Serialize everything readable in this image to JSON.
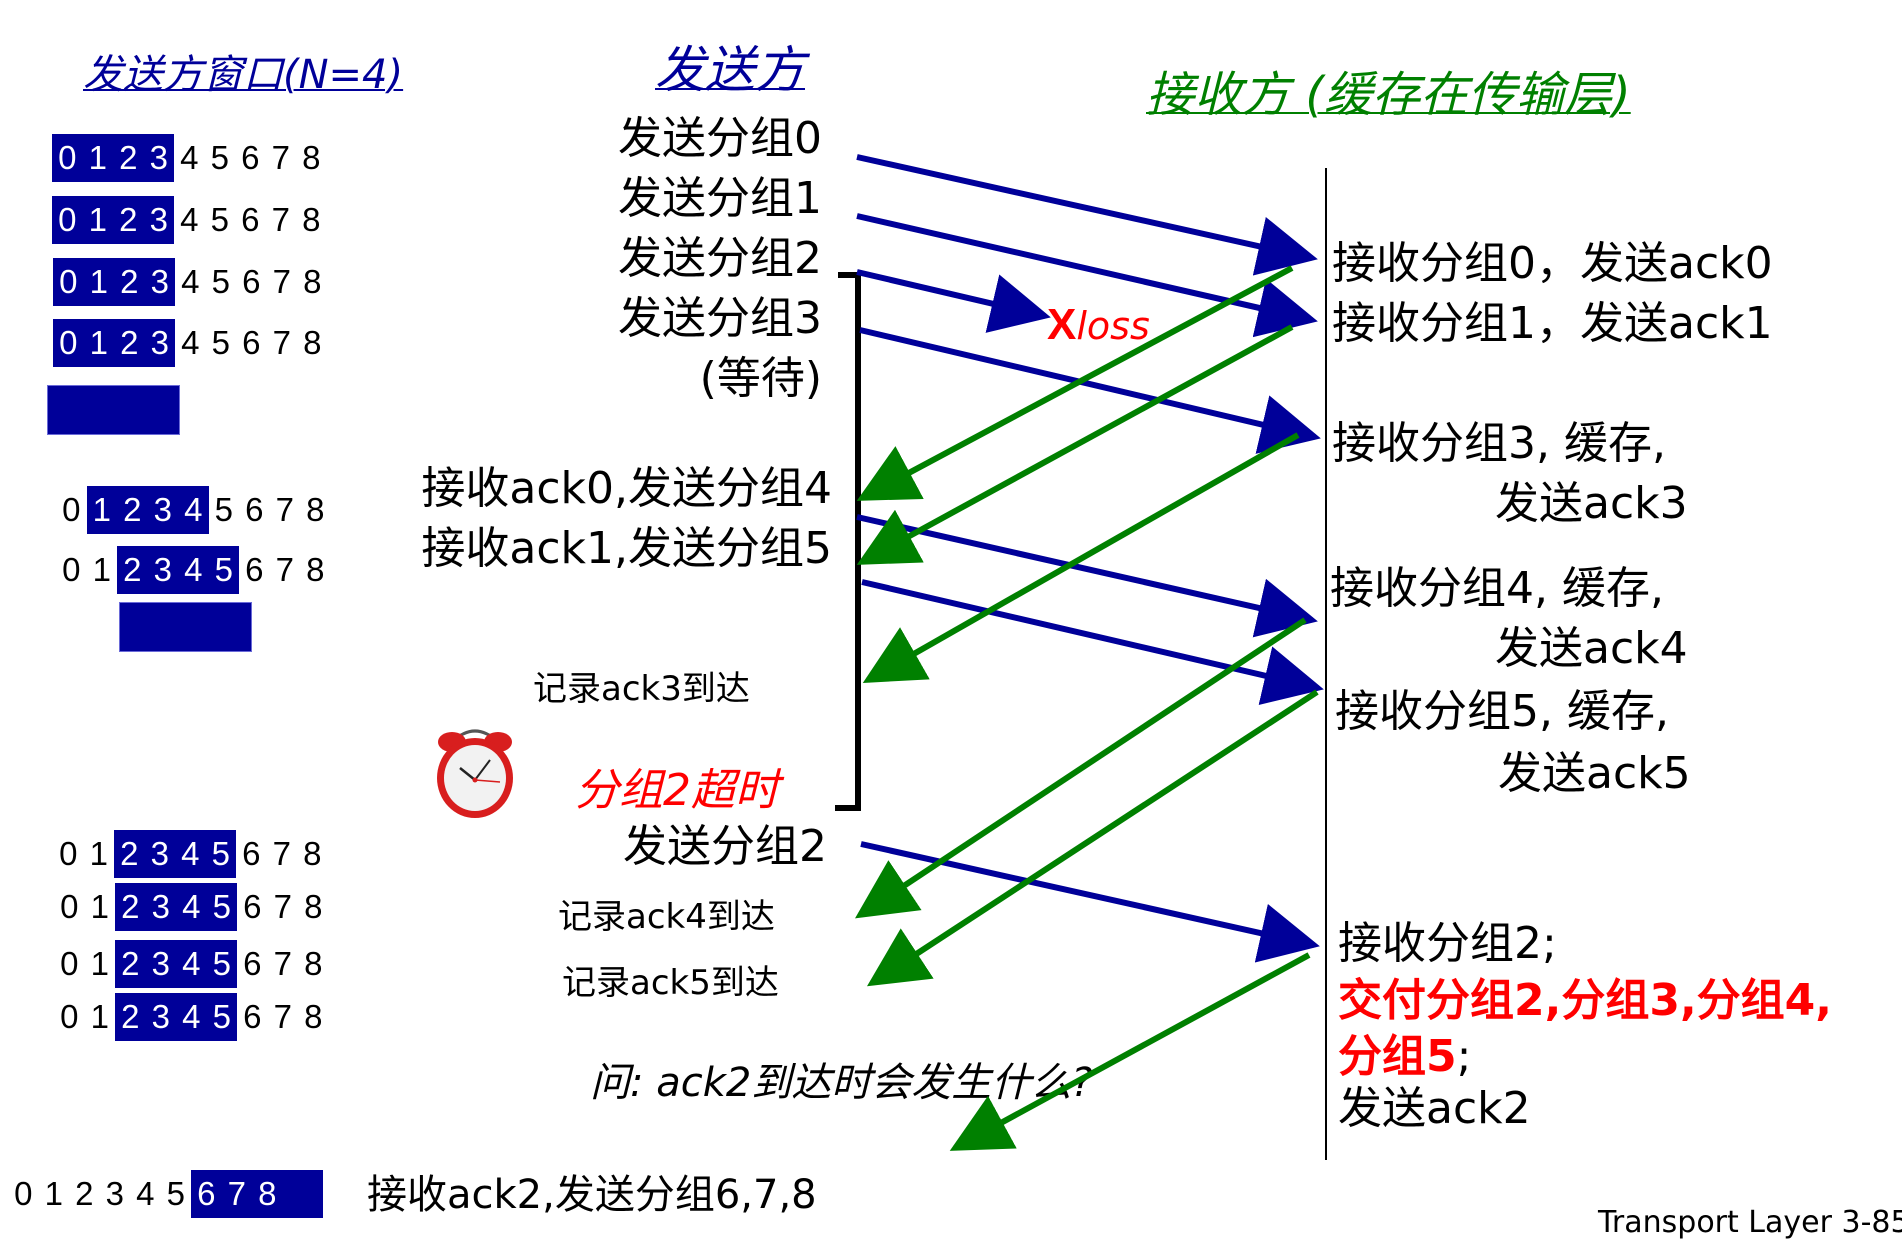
{
  "titles": {
    "sender_window": "发送方窗口(N=4)",
    "sender": "发送方",
    "receiver": "接收方 (缓存在传输层)"
  },
  "colors": {
    "window_blue": "#000099",
    "packet_arrow": "#000099",
    "ack_arrow": "#008000",
    "alert_red": "#ff0000"
  },
  "window_rows": [
    {
      "digits": [
        "0",
        "1",
        "2",
        "3",
        "4",
        "5",
        "6",
        "7",
        "8"
      ],
      "highlight": [
        0,
        1,
        2,
        3
      ]
    },
    {
      "digits": [
        "0",
        "1",
        "2",
        "3",
        "4",
        "5",
        "6",
        "7",
        "8"
      ],
      "highlight": [
        0,
        1,
        2,
        3
      ]
    },
    {
      "digits": [
        "0",
        "1",
        "2",
        "3",
        "4",
        "5",
        "6",
        "7",
        "8"
      ],
      "highlight": [
        0,
        1,
        2,
        3
      ]
    },
    {
      "digits": [
        "0",
        "1",
        "2",
        "3",
        "4",
        "5",
        "6",
        "7",
        "8"
      ],
      "highlight": [
        0,
        1,
        2,
        3
      ]
    },
    {
      "digits": [
        "0",
        "1",
        "2",
        "3",
        "4",
        "5",
        "6",
        "7",
        "8"
      ],
      "highlight": [
        1,
        2,
        3,
        4
      ]
    },
    {
      "digits": [
        "0",
        "1",
        "2",
        "3",
        "4",
        "5",
        "6",
        "7",
        "8"
      ],
      "highlight": [
        2,
        3,
        4,
        5
      ]
    },
    {
      "digits": [
        "0",
        "1",
        "2",
        "3",
        "4",
        "5",
        "6",
        "7",
        "8"
      ],
      "highlight": [
        2,
        3,
        4,
        5
      ]
    },
    {
      "digits": [
        "0",
        "1",
        "2",
        "3",
        "4",
        "5",
        "6",
        "7",
        "8"
      ],
      "highlight": [
        2,
        3,
        4,
        5
      ]
    },
    {
      "digits": [
        "0",
        "1",
        "2",
        "3",
        "4",
        "5",
        "6",
        "7",
        "8"
      ],
      "highlight": [
        2,
        3,
        4,
        5
      ]
    },
    {
      "digits": [
        "0",
        "1",
        "2",
        "3",
        "4",
        "5",
        "6",
        "7",
        "8"
      ],
      "highlight": [
        2,
        3,
        4,
        5
      ]
    },
    {
      "digits": [
        "0",
        "1",
        "2",
        "3",
        "4",
        "5",
        "6",
        "7",
        "8"
      ],
      "highlight": [
        6,
        7,
        8
      ]
    }
  ],
  "sender_events": {
    "send0": "发送分组0",
    "send1": "发送分组1",
    "send2": "发送分组2",
    "send3": "发送分组3",
    "wait": "(等待)",
    "ack0": "接收ack0,发送分组4",
    "ack1": "接收ack1,发送分组5",
    "rec_ack3": "记录ack3到达",
    "timeout": "分组2超时",
    "resend2": "发送分组2",
    "rec_ack4": "记录ack4到达",
    "rec_ack5": "记录ack5到达",
    "question": "问: ack2到达时会发生什么?",
    "final": "接收ack2,发送分组6,7,8"
  },
  "loss": {
    "mark": "X",
    "label": "loss"
  },
  "receiver_events": {
    "r0": "接收分组0，发送ack0",
    "r1": "接收分组1，发送ack1",
    "r3a": "接收分组3, 缓存,",
    "r3b": "发送ack3",
    "r4a": "接收分组4, 缓存,",
    "r4b": "发送ack4",
    "r5a": "接收分组5, 缓存,",
    "r5b": "发送ack5",
    "r2a": "接收分组2;",
    "r2b": "交付分组2,分组3,分组4,",
    "r2c": "分组5",
    "r2c_tail": ";",
    "r2d": "发送ack2"
  },
  "footer": "Transport Layer 3-85"
}
